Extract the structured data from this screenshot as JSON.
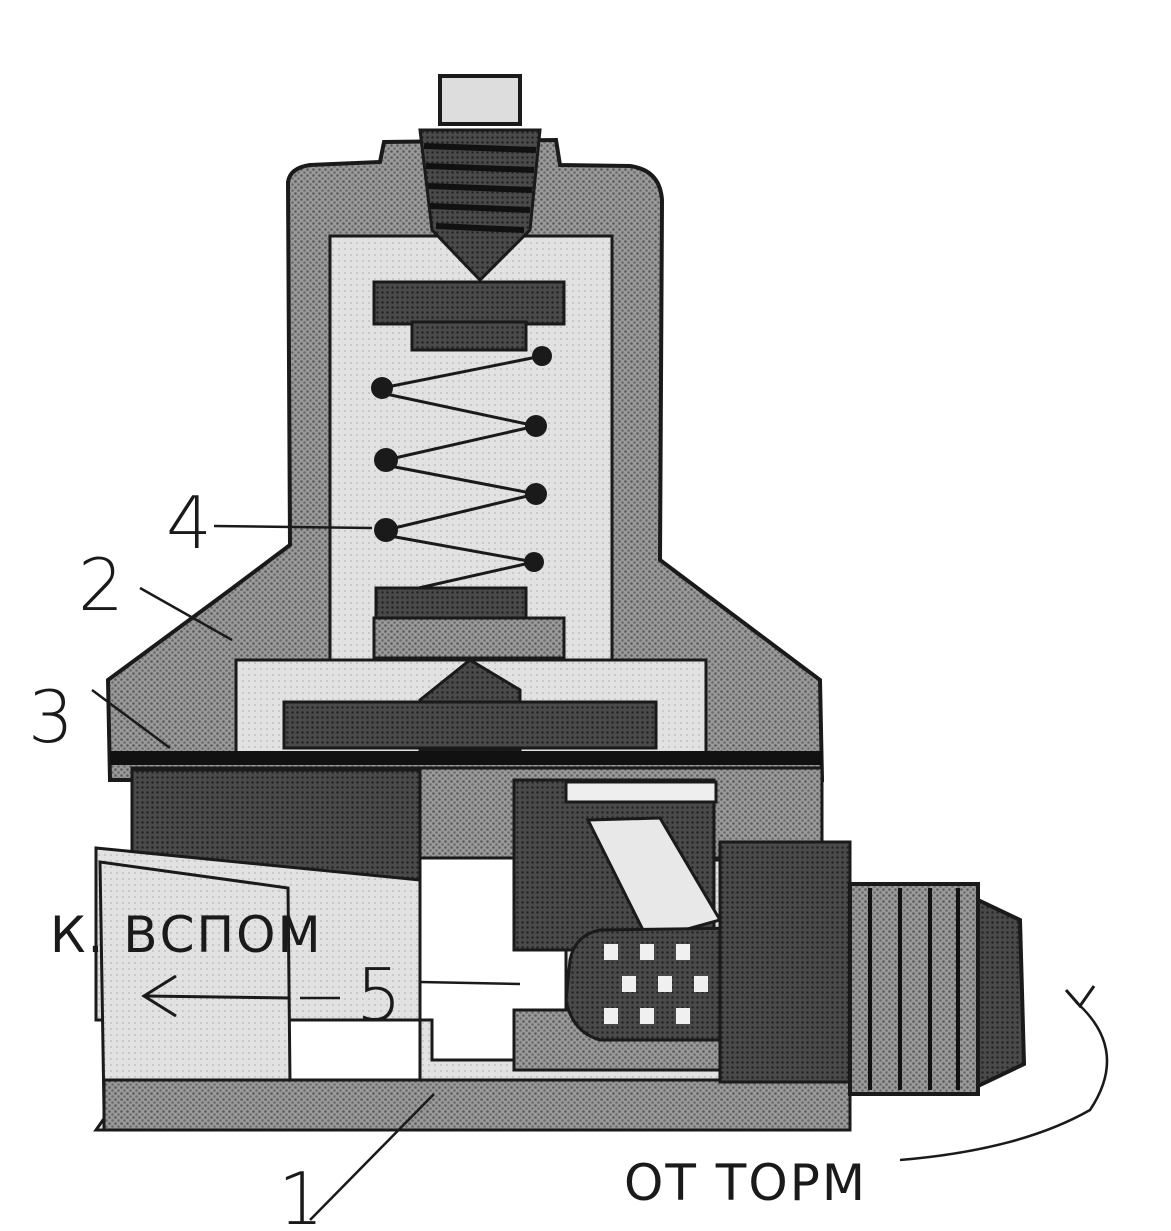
{
  "diagram": {
    "labels": {
      "part_1": "1",
      "part_2": "2",
      "part_3": "3",
      "part_4": "4",
      "part_5": "5",
      "to_aux": "К. ВСПОМ",
      "from_brake": "ОТ ТОРМ"
    },
    "colors": {
      "ink": "#1a1a1a",
      "dark_fill": "#3c3c3c",
      "mid_fill": "#8c8c8c",
      "light_fill": "#dcdcdc",
      "paper": "#ffffff"
    }
  }
}
